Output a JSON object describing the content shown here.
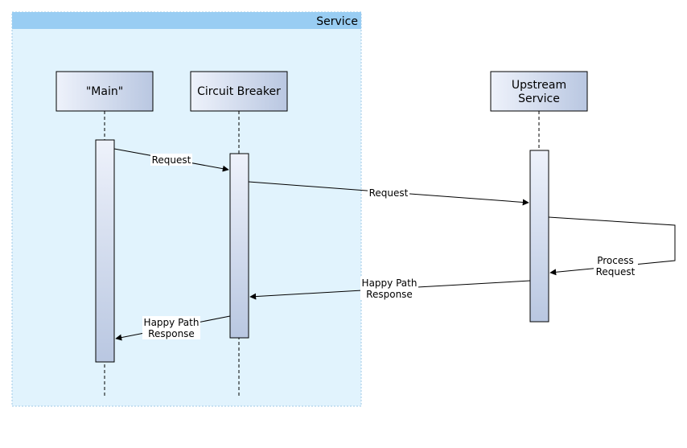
{
  "group": {
    "title": "Service"
  },
  "participants": {
    "main": {
      "label": "\"Main\""
    },
    "circuit_breaker": {
      "label": "Circuit Breaker"
    },
    "upstream": {
      "line1": "Upstream",
      "line2": "Service"
    }
  },
  "messages": {
    "m1": {
      "line1": "Request"
    },
    "m2": {
      "line1": "Request"
    },
    "m3": {
      "line1": "Process",
      "line2": "Request"
    },
    "m4": {
      "line1": "Happy Path",
      "line2": "Response"
    },
    "m5": {
      "line1": "Happy Path",
      "line2": "Response"
    }
  },
  "colors": {
    "group_fill": "#e1f3fd",
    "group_header": "#99cdf3",
    "group_border": "#9fc8e6",
    "box_top": "#eef2fb",
    "box_bottom": "#b9c7e1",
    "line": "#000000"
  }
}
